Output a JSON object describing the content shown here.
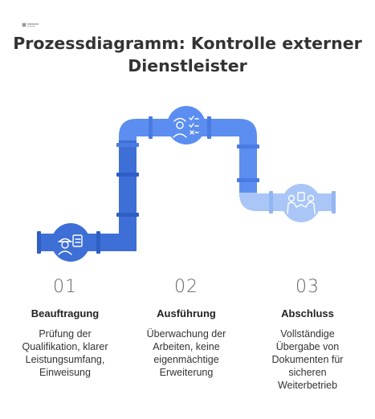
{
  "title": {
    "line1": "Prozessdiagramm: Kontrolle externer",
    "line2": "Dienstleister"
  },
  "colors": {
    "step1": "#3d6fd6",
    "step2": "#5b8ef0",
    "step3": "#a9c6f7"
  },
  "steps": [
    {
      "number": "01",
      "heading": "Beauftragung",
      "lines": [
        "Prüfung der",
        "Qualifikation, klarer",
        "Leistungsumfang,",
        "Einweisung"
      ],
      "icon": "worker-checklist-icon"
    },
    {
      "number": "02",
      "heading": "Ausführung",
      "lines": [
        "Überwachung der",
        "Arbeiten, keine",
        "eigenmächtige",
        "Erweiterung"
      ],
      "icon": "worker-tasks-icon"
    },
    {
      "number": "03",
      "heading": "Abschluss",
      "lines": [
        "Vollständige",
        "Übergabe von",
        "Dokumenten für",
        "sicheren",
        "Weiterbetrieb"
      ],
      "icon": "handover-icon"
    }
  ]
}
